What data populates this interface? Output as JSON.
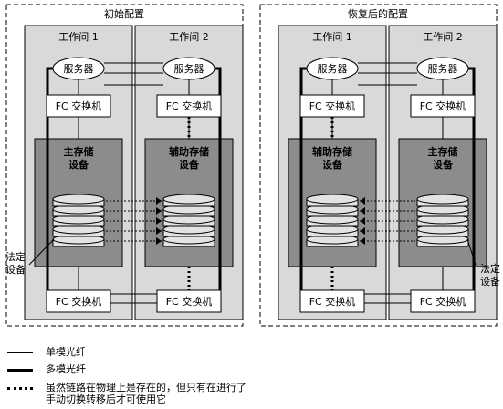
{
  "panels": [
    {
      "title": "初始配置",
      "rooms": [
        "工作间 1",
        "工作间 2"
      ],
      "server_label": "服务器",
      "switch_label": "FC 交换机",
      "storage": [
        "主存储\n设备",
        "辅助存储\n设备"
      ]
    },
    {
      "title": "恢复后的配置",
      "rooms": [
        "工作间 1",
        "工作间 2"
      ],
      "server_label": "服务器",
      "switch_label": "FC 交换机",
      "storage": [
        "辅助存储\n设备",
        "主存储\n设备"
      ]
    }
  ],
  "callouts": {
    "left": "法定\n设备",
    "right": "法定\n设备"
  },
  "legend": [
    {
      "style": "thin",
      "label": "单模光纤"
    },
    {
      "style": "thick",
      "label": "多模光纤"
    },
    {
      "style": "dotted",
      "label": "虽然链路在物理上是存在的，但只有在进行了\n手动切换转移后才可使用它"
    }
  ],
  "colors": {
    "room_fill": "#d9d9d9",
    "storage_fill": "#8c8c8c",
    "disk_fill": "#e3e3e3"
  }
}
